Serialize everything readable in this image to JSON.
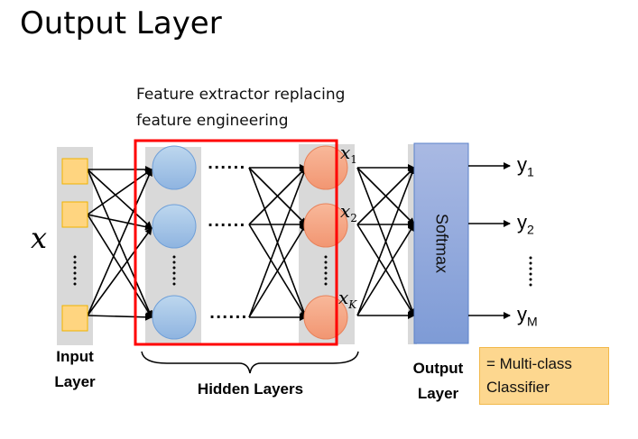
{
  "title": "Output Layer",
  "caption": {
    "line1": "Feature extractor replacing",
    "line2": "feature engineering"
  },
  "input_symbol": "x",
  "hidden_feature_labels": [
    {
      "base": "x",
      "sub": "1"
    },
    {
      "base": "x",
      "sub": "2"
    },
    {
      "base": "x",
      "sub": "K"
    }
  ],
  "softmax_label": "Softmax",
  "outputs": [
    {
      "base": "y",
      "sub": "1"
    },
    {
      "base": "y",
      "sub": "2"
    },
    {
      "base": "y",
      "sub": "M"
    }
  ],
  "ellipsis_h": "......",
  "labels": {
    "input_line1": "Input",
    "input_line2": "Layer",
    "hidden": "Hidden Layers",
    "output_line1": "Output",
    "output_line2": "Layer"
  },
  "classifier": {
    "line1": "= Multi-class",
    "line2": "Classifier"
  },
  "colors": {
    "input_node_fill": "#ffd580",
    "input_node_stroke": "#f0b400",
    "hidden_node_fill": "#9dc3e6",
    "output_node_fill": "#f4a582",
    "highlight_box": "#ff0000",
    "softmax_fill": "#8faadc",
    "column_bg": "#d9d9d9"
  }
}
